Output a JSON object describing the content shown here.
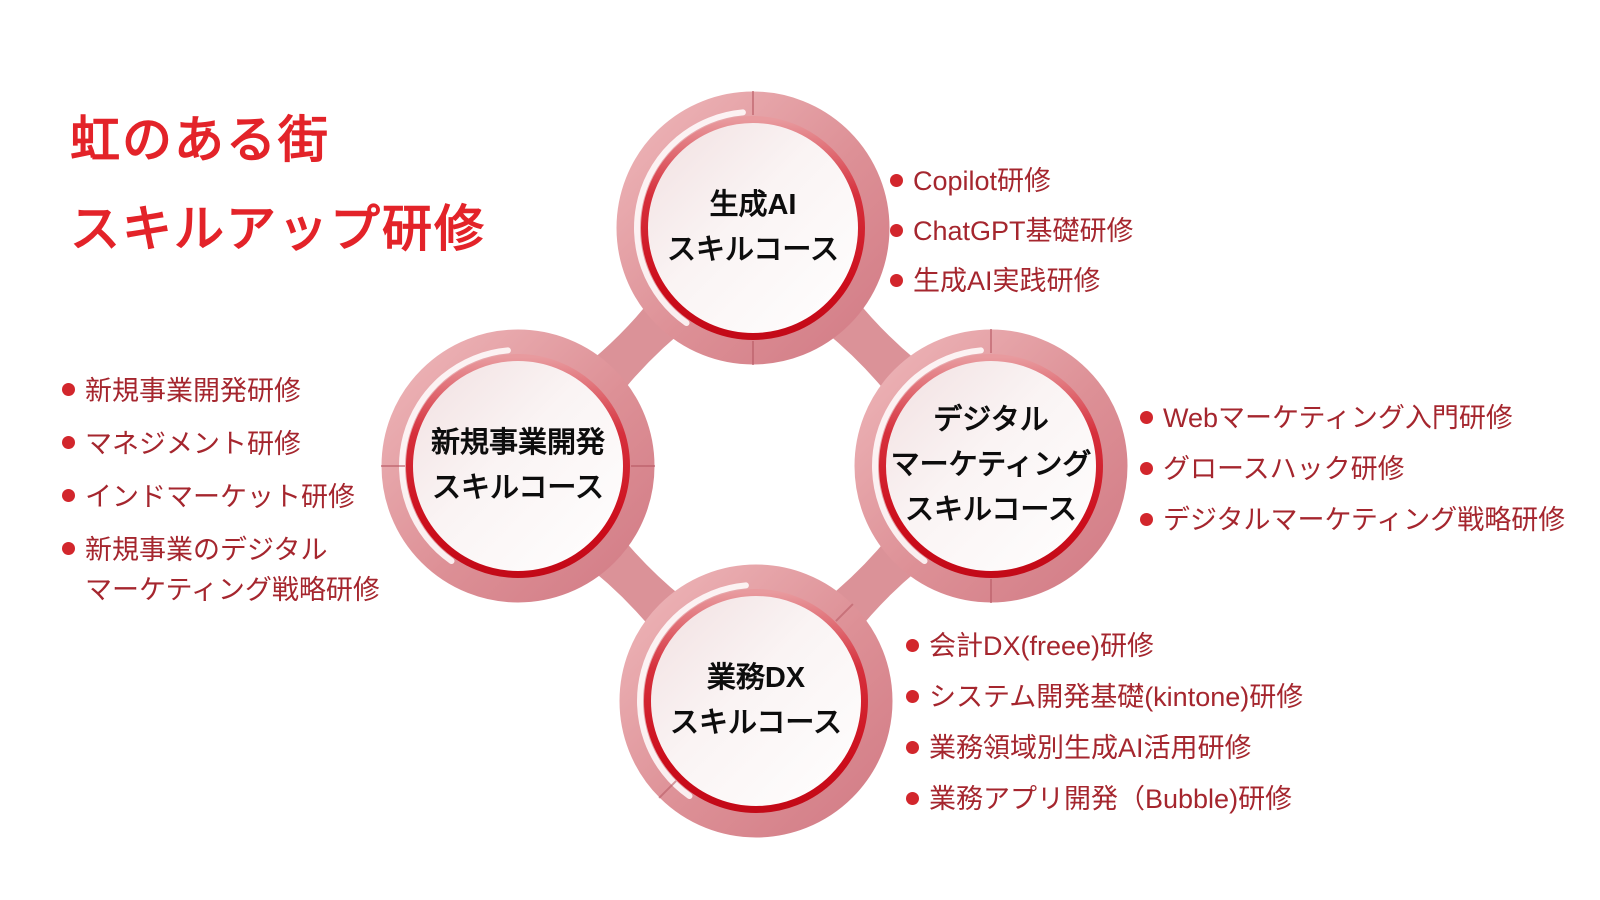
{
  "title": {
    "line1": "虹のある街",
    "line2": "スキルアップ研修"
  },
  "colors": {
    "title_red": "#e32329",
    "bullet_text": "#a5262e",
    "bullet_dot": "#d2262c",
    "ring_pink": "#dd9096",
    "connector_pink": "#db9298",
    "inner_ring_red": "#c30a18",
    "label_black": "#0d0d0d"
  },
  "circles": {
    "top": {
      "label": "生成AI\nスキルコース",
      "items": [
        "Copilot研修",
        "ChatGPT基礎研修",
        "生成AI実践研修"
      ]
    },
    "right": {
      "label": "デジタル\nマーケティング\nスキルコース",
      "items": [
        "Webマーケティング入門研修",
        "グロースハック研修",
        "デジタルマーケティング戦略研修"
      ]
    },
    "bottom": {
      "label": "業務DX\nスキルコース",
      "items": [
        "会計DX(freee)研修",
        "システム開発基礎(kintone)研修",
        "業務領域別生成AI活用研修",
        "業務アプリ開発（Bubble)研修"
      ]
    },
    "left": {
      "label": "新規事業開発\nスキルコース",
      "items": [
        "新規事業開発研修",
        "マネジメント研修",
        "インドマーケット研修",
        "新規事業のデジタル\nマーケティング戦略研修"
      ]
    }
  }
}
